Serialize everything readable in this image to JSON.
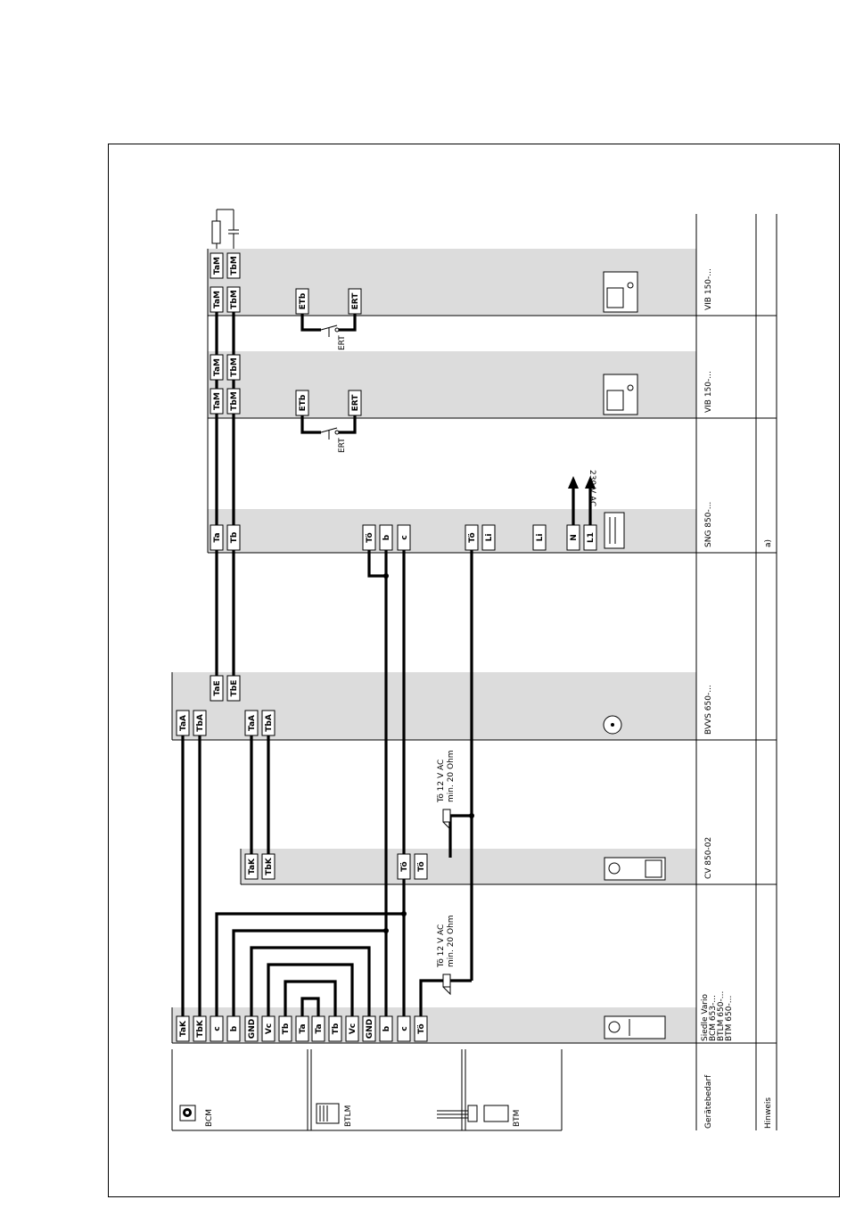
{
  "devices": {
    "vib_right": "VIB 150-...",
    "vib_left": "VIB 150-...",
    "sng": "SNG 850-...",
    "bvvs": "BVVS 650-...",
    "cv": "CV 850-02",
    "siedle": [
      "Siedle Vario",
      "BCM 653-...",
      "BTLM 650-...",
      "BTM 650-..."
    ],
    "geraetebedarf": "Gerätebedarf",
    "hinweis": "Hinweis",
    "note_a": "a)"
  },
  "modules": {
    "bcm": "BCM",
    "btlm": "BTLM",
    "btm": "BTM"
  },
  "annotations": {
    "ac230": "230 V AC",
    "to12_cv": [
      "Tö 12 V AC",
      "min. 20 Ohm"
    ],
    "to12_base": [
      "Tö 12 V AC",
      "min. 20 Ohm"
    ],
    "ert_left": "ERT",
    "ert_right": "ERT"
  },
  "terminals": {
    "vib_right_top": [
      "TaM",
      "TbM"
    ],
    "vib_right_main": [
      "TaM",
      "TbM"
    ],
    "vib_right_ert": [
      "ETb",
      "ERT"
    ],
    "vib_left_top": [
      "TaM",
      "TbM"
    ],
    "vib_left_main": [
      "TaM",
      "TbM"
    ],
    "vib_left_ert": [
      "ETb",
      "ERT"
    ],
    "sng": [
      "Ta",
      "Tb",
      "Tö",
      "b",
      "c",
      "Tö",
      "Li",
      "Li",
      "N",
      "L1"
    ],
    "bvvs_e": [
      "TaE",
      "TbE"
    ],
    "bvvs_a1": [
      "TaA",
      "TbA"
    ],
    "bvvs_a2": [
      "TaA",
      "TbA"
    ],
    "cv_k": [
      "TaK",
      "TbK"
    ],
    "cv_to": [
      "Tö",
      "Tö"
    ],
    "base": [
      "TaK",
      "TbK",
      "c",
      "b",
      "GND",
      "Vc",
      "Tb",
      "Ta",
      "Ta",
      "Tb",
      "Vc",
      "GND",
      "b",
      "c",
      "Tö"
    ]
  }
}
